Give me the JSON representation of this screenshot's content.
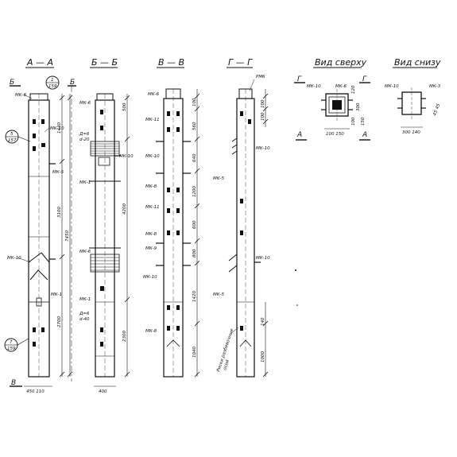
{
  "sheet": {
    "background": "#ffffff",
    "ink": "#111111"
  },
  "views": {
    "section_a": {
      "title": "A — A",
      "callout_top": {
        "num": "1",
        "sheet": "159"
      },
      "callout_mid": {
        "num": "5",
        "sheet": "157"
      },
      "callout_bot": {
        "num": "7",
        "sheet": "159"
      },
      "cut_mark_top": "Б",
      "cut_mark_bot": "В",
      "marks": [
        "МК-6",
        "МК-10",
        "МК-5",
        "МК-10",
        "МК-1"
      ],
      "dims_vertical": [
        "1440",
        "3100",
        "7450",
        "2700"
      ],
      "dim_bottom": "450 110"
    },
    "section_b": {
      "title": "Б — Б",
      "marks": [
        "МК-6",
        "МК-10",
        "МК-1",
        "МК-6",
        "МК-1"
      ],
      "holes_top": "Д=6",
      "holes_top_sub": "d-20",
      "holes_bot": "Д=6",
      "holes_bot_sub": "d-40",
      "dims_vertical": [
        "500",
        "4200",
        "2300"
      ],
      "dim_bottom": "400"
    },
    "section_v": {
      "title": "В — В",
      "marks": [
        "МК-6",
        "МК-11",
        "МК-10",
        "МК-8",
        "МК-11",
        "МК-8",
        "МК-9",
        "МК-10",
        "МК-8"
      ],
      "dims_vertical": [
        "100",
        "560",
        "640",
        "1200",
        "600",
        "800",
        "1420",
        "1040"
      ]
    },
    "section_g": {
      "title": "Г — Г",
      "marks": [
        "РМ6",
        "МК-10",
        "МК-5",
        "МК-10",
        "МК-5"
      ],
      "dims_vertical": [
        "100",
        "100",
        "140",
        "1000"
      ],
      "note_line1": "Риски разбивочные",
      "note_line2": "осей"
    },
    "top_view": {
      "title": "Вид сверху",
      "cut_left": "Г",
      "cut_right": "Г",
      "cut_bottom_left": "А",
      "cut_bottom_right": "А",
      "marks": [
        "МК-10",
        "МК-6"
      ],
      "dims": [
        "120",
        "300",
        "100",
        "150"
      ],
      "dim_bottom": "100  150"
    },
    "bottom_view": {
      "title": "Вид снизу",
      "marks": [
        "МК-10",
        "МК-3"
      ],
      "dim_side": "45 45",
      "dim_bottom": "300 140"
    }
  }
}
